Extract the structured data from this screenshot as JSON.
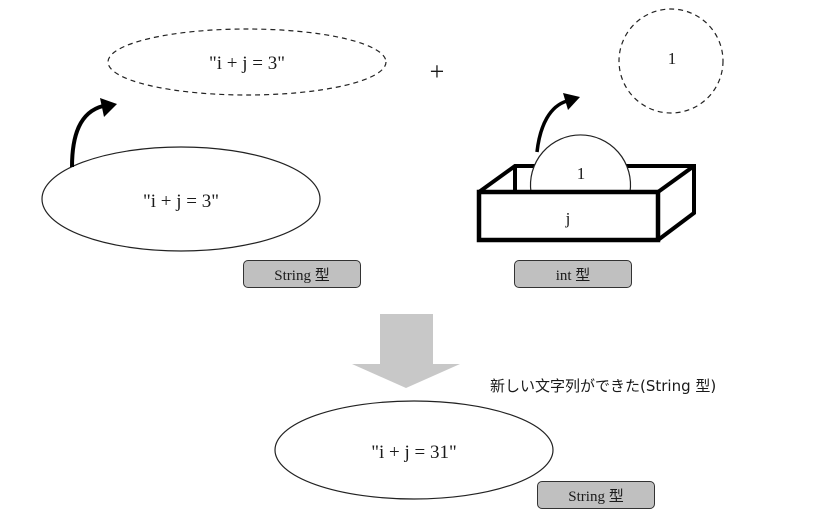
{
  "operands": {
    "left_value": "\"i + j = 3\"",
    "left_copy_value": "\"i + j = 3\"",
    "operator": "+",
    "right_value": "1",
    "right_copy_value": "1",
    "right_box_label": "j"
  },
  "type_badges": {
    "left": "String 型",
    "right": "int 型",
    "result": "String 型"
  },
  "result": {
    "value": "\"i + j = 31\"",
    "note": "新しい文字列ができた(String 型)"
  },
  "colors": {
    "badge_fill": "#c0c0c0",
    "arrow_fill": "#c8c8c8",
    "stroke": "#000000"
  }
}
